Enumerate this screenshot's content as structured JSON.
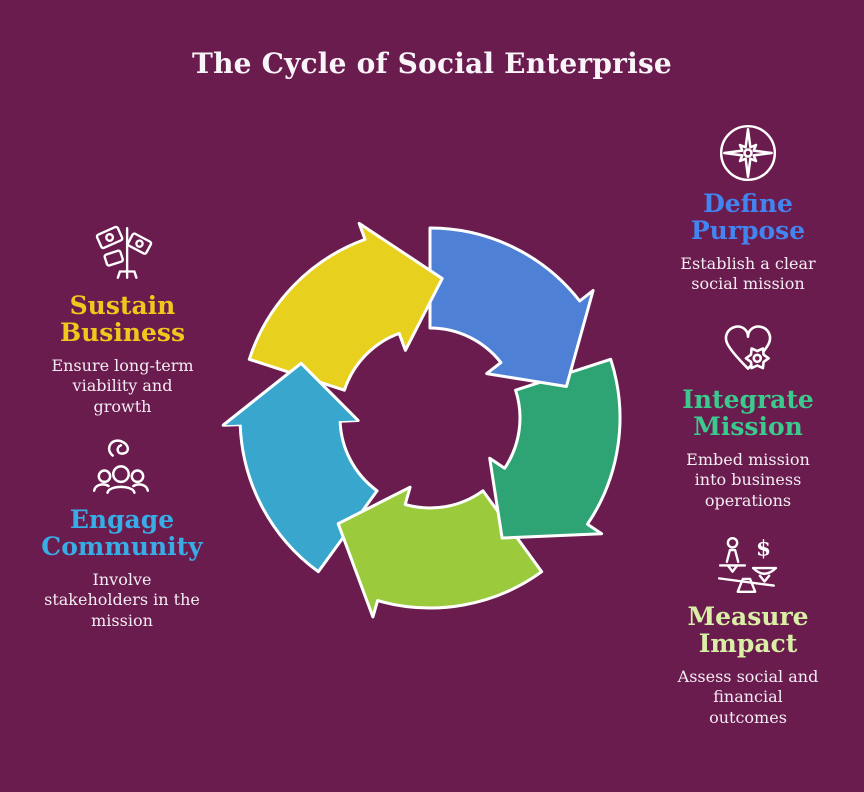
{
  "title": "The Cycle of Social Enterprise",
  "colors": {
    "background": "#6b1c4e",
    "title_text": "#f8f4f7",
    "body_text": "#f3ecf2",
    "icon": "#ffffff",
    "cycle_outline": "#ffffff"
  },
  "cycle": {
    "arrows": [
      {
        "id": "blue-arrow",
        "color": "#4e80d6"
      },
      {
        "id": "green-arrow",
        "color": "#2ea474"
      },
      {
        "id": "light-green-arrow",
        "color": "#9bca3c"
      },
      {
        "id": "cyan-arrow",
        "color": "#38a6cd"
      },
      {
        "id": "yellow-arrow",
        "color": "#e8d01e"
      }
    ]
  },
  "sections": [
    {
      "heading": "Define Purpose",
      "heading_color": "#4285f0",
      "description": "Establish a clear social mission",
      "icon": "compass-icon"
    },
    {
      "heading": "Integrate Mission",
      "heading_color": "#3cc98d",
      "description": "Embed mission into business operations",
      "icon": "heart-gear-icon"
    },
    {
      "heading": "Measure Impact",
      "heading_color": "#d9efa5",
      "description": "Assess social and financial outcomes",
      "icon": "scales-icon"
    },
    {
      "heading": "Sustain Business",
      "heading_color": "#eec81d",
      "description": "Ensure long-term viability and growth",
      "icon": "money-tree-icon"
    },
    {
      "heading": "Engage Community",
      "heading_color": "#38ace4",
      "description": "Involve stakeholders in the mission",
      "icon": "people-icon"
    }
  ]
}
